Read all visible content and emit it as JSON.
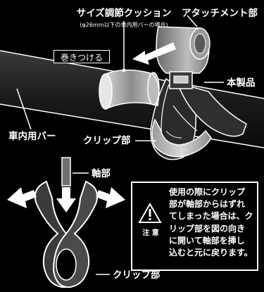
{
  "labels": {
    "size_cushion": "サイズ調節クッション",
    "size_cushion_note": "(φ26mm以下の車内用バーの場合)",
    "wrap": "巻きつける",
    "attachment": "アタッチメント部",
    "main_body": "本製品",
    "car_bar": "車内用バー",
    "clip_part_top": "クリップ部",
    "shaft": "軸部",
    "clip_part_bottom": "クリップ部"
  },
  "caution": {
    "label": "注 意",
    "text": "使用の際にクリップ\n部が軸部からはずれ\nてしまった場合は、ク\nリップ部を図の向き\nに開いて軸部を挿し\n込むと元に戻ります。"
  },
  "colors": {
    "background": "#000000",
    "line": "#ffffff",
    "metal": "#a9a9a9",
    "dark_part": "#2b2b2b"
  }
}
